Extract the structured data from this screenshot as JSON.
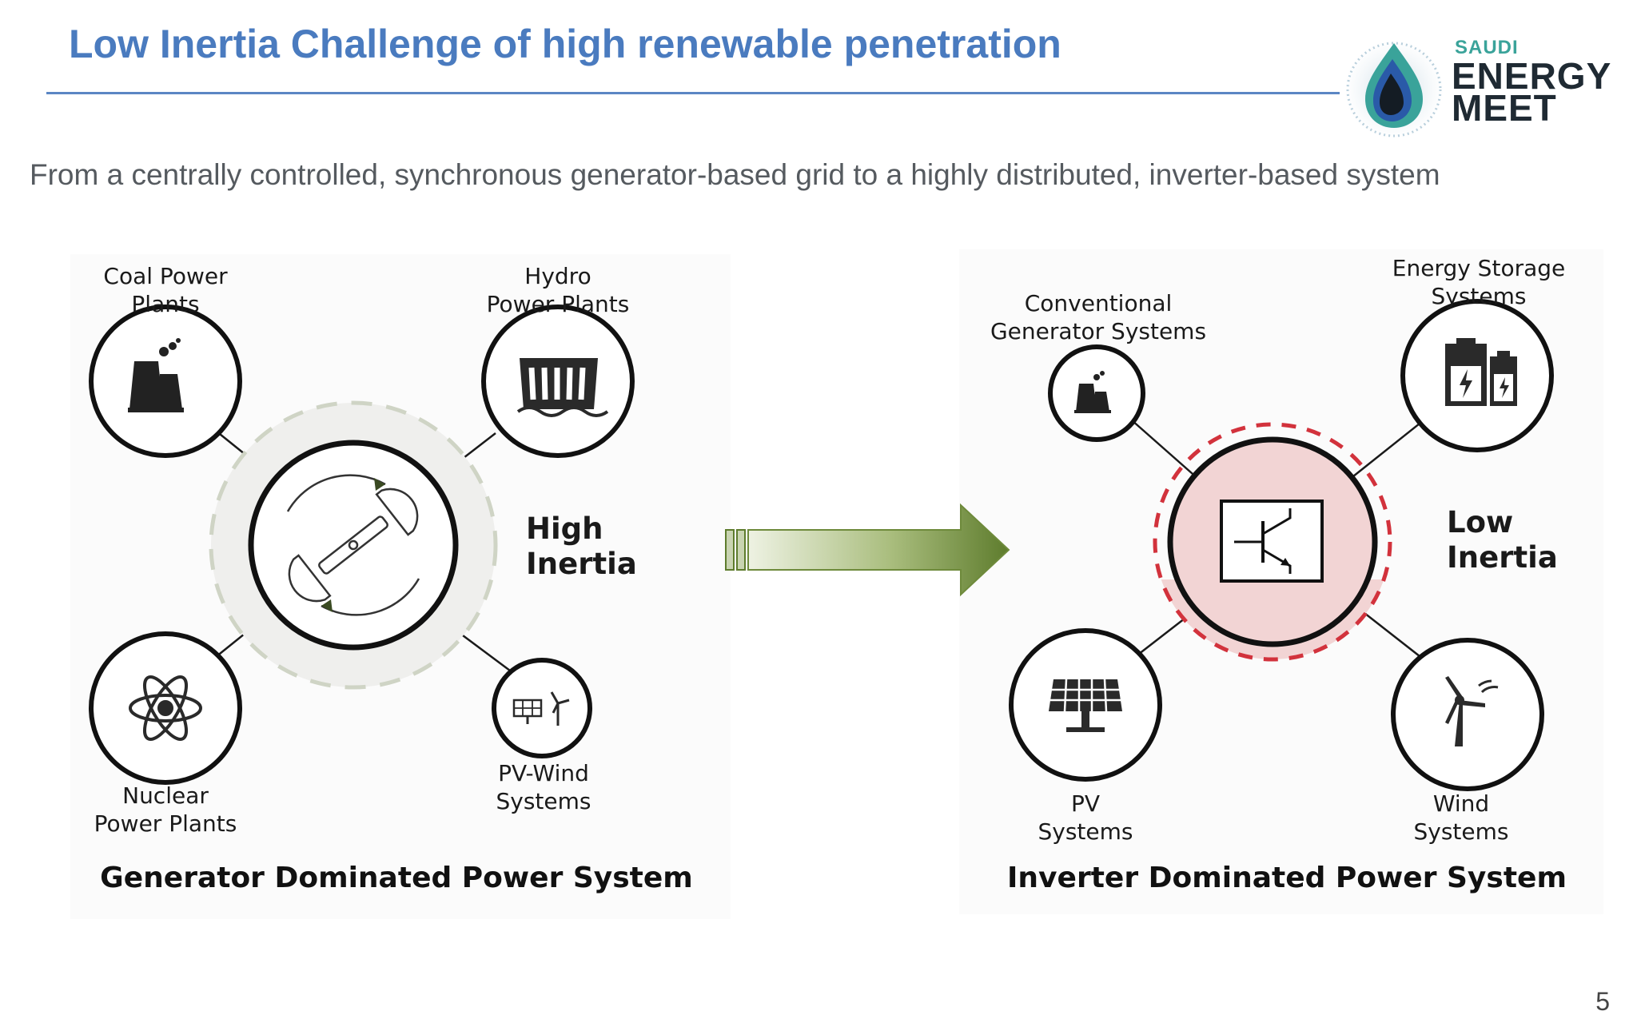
{
  "header": {
    "title": "Low Inertia Challenge of high renewable penetration",
    "subtitle": "From a centrally controlled, synchronous generator-based grid to a highly distributed, inverter-based system",
    "logo": {
      "line1": "SAUDI",
      "line2": "ENERGY",
      "line3": "MEET"
    }
  },
  "left_diagram": {
    "nodes": {
      "coal": "Coal Power\nPlants",
      "hydro": "Hydro\nPower Plants",
      "nuclear": "Nuclear\nPower Plants",
      "pv_wind": "PV-Wind\nSystems"
    },
    "center_label": "High\nInertia",
    "caption": "Generator Dominated Power System"
  },
  "right_diagram": {
    "nodes": {
      "conventional": "Conventional\nGenerator Systems",
      "storage": "Energy Storage\nSystems",
      "pv": "PV\nSystems",
      "wind": "Wind\nSystems"
    },
    "center_label": "Low\nInertia",
    "caption": "Inverter Dominated Power System"
  },
  "page_number": "5",
  "colors": {
    "title": "#4a7bbf",
    "arrow_green": "#5e7c2d",
    "low_inertia_red": "#d2323c",
    "low_inertia_fill": "#f2d4d4",
    "high_inertia_fill": "#efefed"
  },
  "icons": {
    "coal": "factory-icon",
    "hydro": "dam-icon",
    "nuclear": "atom-icon",
    "pv_wind": "solar-wind-icon",
    "generator": "rotating-generator-icon",
    "conventional": "factory-icon",
    "storage": "battery-icon",
    "pv": "solar-panel-icon",
    "wind": "wind-turbine-icon",
    "inverter": "transistor-icon",
    "transition": "right-arrow-icon"
  }
}
